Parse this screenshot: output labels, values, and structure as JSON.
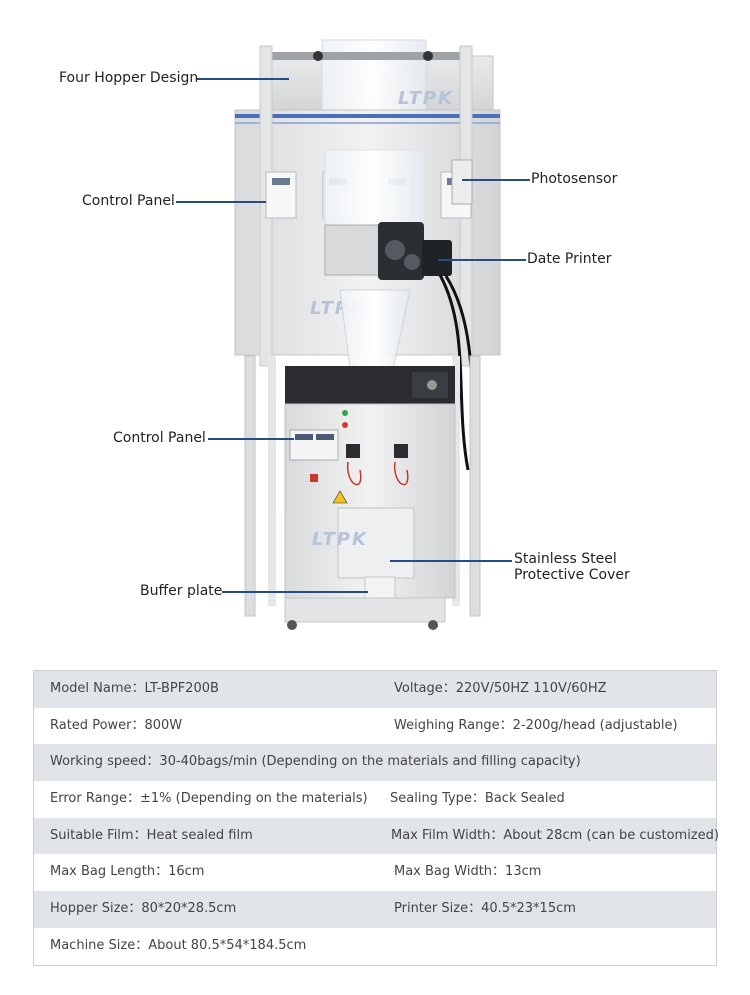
{
  "brand": {
    "watermark": "LTPK"
  },
  "callouts": [
    {
      "id": "four-hopper",
      "label": "Four Hopper Design"
    },
    {
      "id": "control-panel-top",
      "label": "Control Panel"
    },
    {
      "id": "photosensor",
      "label": "Photosensor"
    },
    {
      "id": "date-printer",
      "label": "Date Printer"
    },
    {
      "id": "control-panel-bottom",
      "label": "Control Panel"
    },
    {
      "id": "cover-line1",
      "label": "Stainless Steel"
    },
    {
      "id": "cover-line2",
      "label": "Protective Cover"
    },
    {
      "id": "buffer-plate",
      "label": "Buffer plate"
    }
  ],
  "specs": [
    {
      "left": "Model Name：LT-BPF200B",
      "right": "Voltage：220V/50HZ 110V/60HZ"
    },
    {
      "left": "Rated Power：800W",
      "right": "Weighing Range：2-200g/head (adjustable)"
    },
    {
      "left": "Working speed：30-40bags/min (Depending on the materials and filling capacity)",
      "right": ""
    },
    {
      "left": "Error Range：±1% (Depending on the materials)",
      "right": "Sealing Type：Back Sealed"
    },
    {
      "left": "Suitable Film：Heat sealed film",
      "right": "Max Film Width：About 28cm (can be customized)"
    },
    {
      "left": "Max Bag Length：16cm",
      "right": "Max Bag Width：13cm"
    },
    {
      "left": "Hopper Size：80*20*28.5cm",
      "right": "Printer Size：40.5*23*15cm"
    },
    {
      "left": "Machine Size：About 80.5*54*184.5cm",
      "right": ""
    }
  ]
}
